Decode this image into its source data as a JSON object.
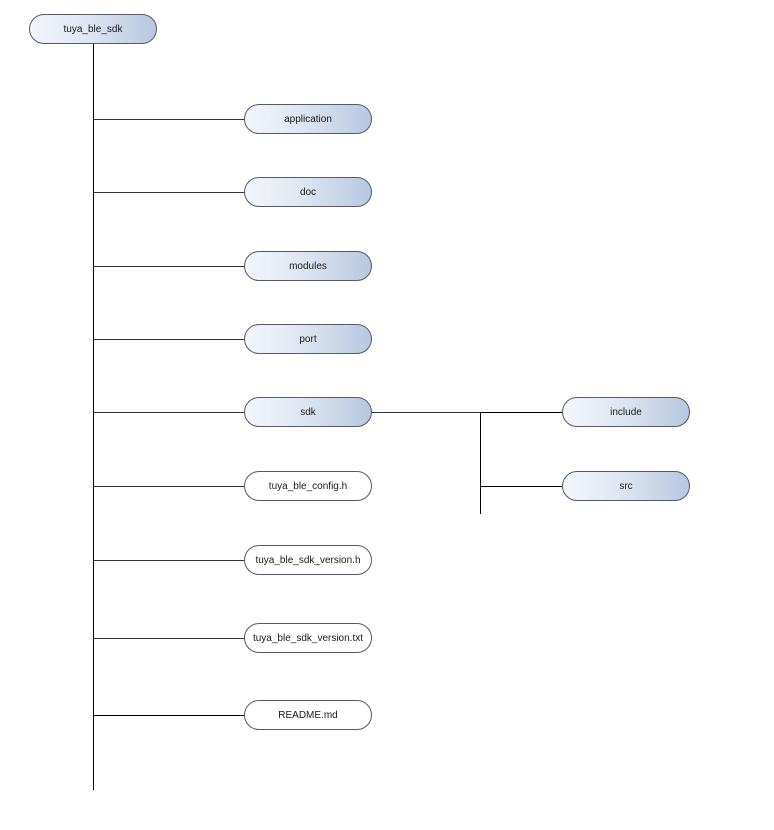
{
  "tree": {
    "root": {
      "label": "tuya_ble_sdk",
      "kind": "folder"
    },
    "children": [
      {
        "label": "application",
        "kind": "folder"
      },
      {
        "label": "doc",
        "kind": "folder"
      },
      {
        "label": "modules",
        "kind": "folder"
      },
      {
        "label": "port",
        "kind": "folder"
      },
      {
        "label": "sdk",
        "kind": "folder",
        "children": [
          {
            "label": "include",
            "kind": "folder"
          },
          {
            "label": "src",
            "kind": "folder"
          }
        ]
      },
      {
        "label": "tuya_ble_config.h",
        "kind": "file"
      },
      {
        "label": "tuya_ble_sdk_version.h",
        "kind": "file"
      },
      {
        "label": "tuya_ble_sdk_version.txt",
        "kind": "file"
      },
      {
        "label": "README.md",
        "kind": "file"
      }
    ]
  },
  "colors": {
    "folder_fill_start": "#f4f6fb",
    "folder_fill_end": "#b7c7e0",
    "file_fill": "#ffffff",
    "border": "#555a66",
    "connector": "#000000"
  }
}
